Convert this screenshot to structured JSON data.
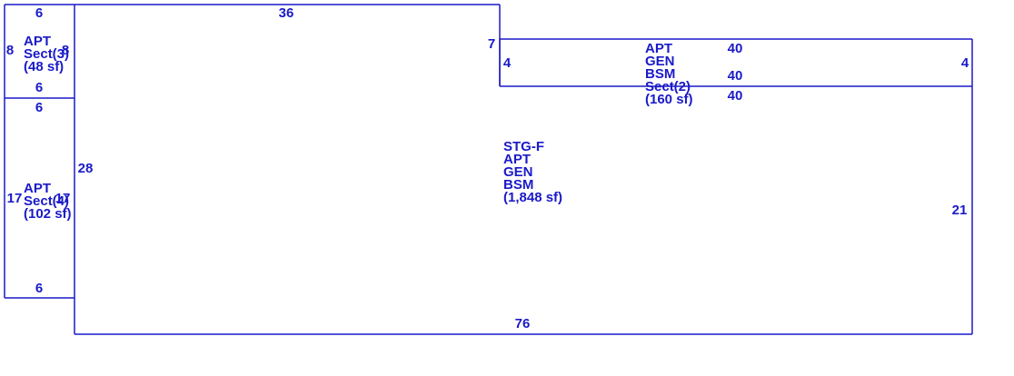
{
  "colors": {
    "ink": "#1a1ac8",
    "background": "#ffffff"
  },
  "dimensions": {
    "sec3_top": "6",
    "sec3_left": "8",
    "sec3_right": "8",
    "sec3_bottom": "6",
    "sec4_top": "6",
    "sec4_left": "17",
    "sec4_right": "17",
    "sec4_bottom": "6",
    "main_top": "36",
    "main_left": "28",
    "main_step": "7",
    "main_right": "21",
    "main_bottom": "76",
    "sec2_left": "4",
    "sec2_right": "4",
    "sec2_top": "40",
    "sec2_mid": "40",
    "sec2_bottom": "40"
  },
  "areas": {
    "sec3": {
      "lines": [
        "APT",
        "Sect(3)",
        "(48 sf)"
      ]
    },
    "sec4": {
      "lines": [
        "APT",
        "Sect(4)",
        "(102 sf)"
      ]
    },
    "sec2": {
      "lines": [
        "APT",
        "GEN",
        "BSM",
        "Sect(2)",
        "(160 sf)"
      ]
    },
    "main": {
      "lines": [
        "STG-F",
        "APT",
        "GEN",
        "BSM",
        "(1,848 sf)"
      ]
    }
  }
}
